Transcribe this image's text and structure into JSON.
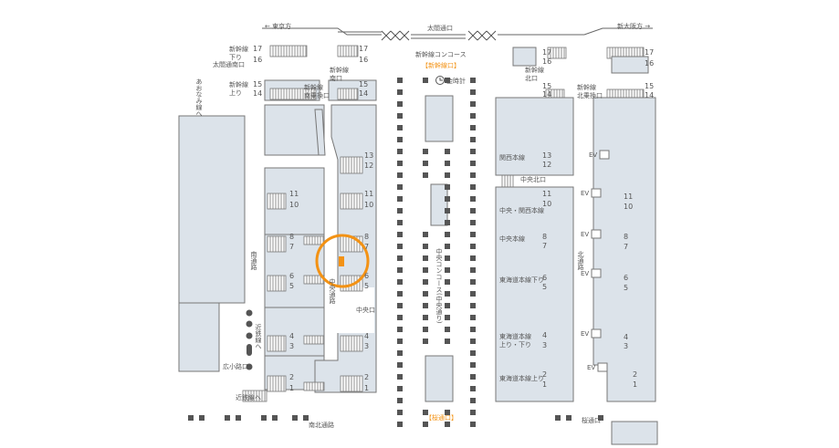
{
  "map": {
    "title": "Station floor map",
    "highlight_color": "#f39214",
    "area_color": "#dce3ea",
    "directions": {
      "west": "東京方",
      "east": "新大阪方",
      "west_arrow": "←",
      "east_arrow": "→"
    },
    "exits": {
      "taiko_north": "太閤通口",
      "taiko_south": "太閤通南口",
      "shinkansen_concourse": "新幹線コンコース",
      "shinkansen_gate_bracket": "【新幹線口】",
      "sakura_bracket": "【桜通口】",
      "sakura": "桜通口",
      "central": "中央口",
      "central_north": "中央北口",
      "hirokoji": "広小路口",
      "shinkansen_south": "新幹線\n南口",
      "shinkansen_north": "新幹線\n北口",
      "shinkansen_south_transfer": "新幹線\n南乗換口",
      "shinkansen_north_transfer": "新幹線\n北乗換口"
    },
    "passages": {
      "south": "南通路",
      "north": "北通路",
      "central": "中央通路",
      "south_north": "南北通路",
      "central_concourse": "中央コンコース(中央通り)",
      "to_aonami": "あおなみ線へ",
      "to_kintetsu_1": "近鉄線へ",
      "to_kintetsu_2": "近鉄線へ"
    },
    "landmarks": {
      "gold_clock": "金時計",
      "clock_icon": "clock-icon",
      "elevator": "EV"
    },
    "shinkansen": {
      "down": "新幹線\n下り",
      "up": "新幹線\n上り"
    },
    "lines": {
      "kansai": "関西本線",
      "chuo_kansai": "中央・関西本線",
      "chuo": "中央本線",
      "tokaido_down": "東海道本線下り",
      "tokaido_both": "東海道本線\n上り・下り",
      "tokaido_up": "東海道本線上り"
    },
    "platforms": [
      "1",
      "2",
      "3",
      "4",
      "5",
      "6",
      "7",
      "8",
      "10",
      "11",
      "12",
      "13",
      "14",
      "15",
      "16",
      "17"
    ]
  }
}
